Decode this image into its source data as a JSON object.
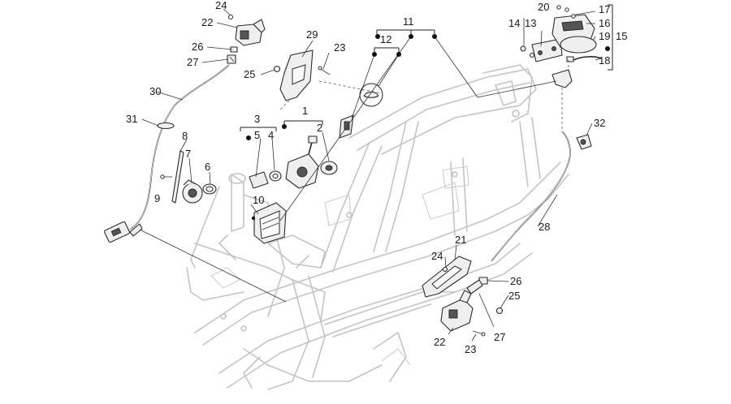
{
  "diagram": {
    "callouts": {
      "c1": "1",
      "c2": "2",
      "c3": "3",
      "c4": "4",
      "c5": "5",
      "c6": "6",
      "c7": "7",
      "c8": "8",
      "c9": "9",
      "c10": "10",
      "c11": "11",
      "c12": "12",
      "c13": "13",
      "c14": "14",
      "c15": "15",
      "c16": "16",
      "c17": "17",
      "c18": "18",
      "c19": "19",
      "c20": "20",
      "c21": "21",
      "c22a": "22",
      "c22b": "22",
      "c23a": "23",
      "c23b": "23",
      "c24a": "24",
      "c24b": "24",
      "c25a": "25",
      "c25b": "25",
      "c26a": "26",
      "c26b": "26",
      "c27a": "27",
      "c27b": "27",
      "c28": "28",
      "c29": "29",
      "c30": "30",
      "c31": "31",
      "c32": "32"
    }
  }
}
